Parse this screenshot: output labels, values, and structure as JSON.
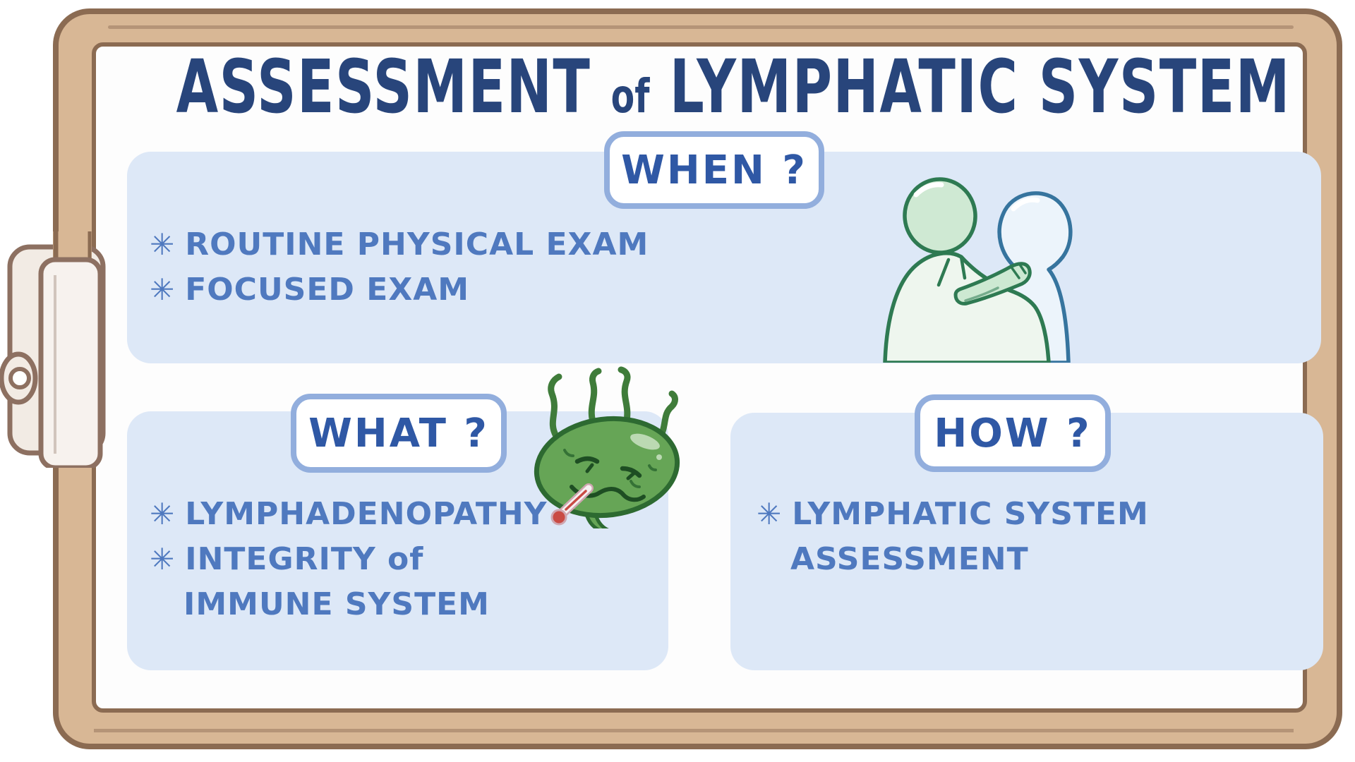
{
  "title": {
    "part1": "ASSESSMENT",
    "part2": "of",
    "part3": "LYMPHATIC SYSTEM"
  },
  "bullet_glyph": "✳",
  "sections": {
    "when": {
      "label": "WHEN ?",
      "item1": "ROUTINE PHYSICAL EXAM",
      "item2": "FOCUSED EXAM"
    },
    "what": {
      "label": "WHAT ?",
      "item1": "LYMPHADENOPATHY",
      "item2_line1": "INTEGRITY of",
      "item2_line2": "IMMUNE SYSTEM"
    },
    "how": {
      "label": "HOW ?",
      "item1_line1": "LYMPHATIC SYSTEM",
      "item1_line2": "ASSESSMENT"
    }
  },
  "icons": {
    "clip": "clipboard-clip-icon",
    "examiner": "clinician-examining-patient-neck-icon",
    "germ": "sick-germ-with-thermometer-icon"
  },
  "colors": {
    "title_navy": "#28457b",
    "heading_blue": "#2f58a5",
    "body_blue": "#4f79bf",
    "panel_bg": "#dde8f7",
    "box_border": "#92aedd",
    "frame_tan": "#d8b795",
    "frame_brown": "#8b6b52",
    "germ_green": "#66a556",
    "germ_outline": "#2d6a31",
    "doctor_green": "#cfe9d3",
    "patient_blue": "#ecf4fb"
  }
}
